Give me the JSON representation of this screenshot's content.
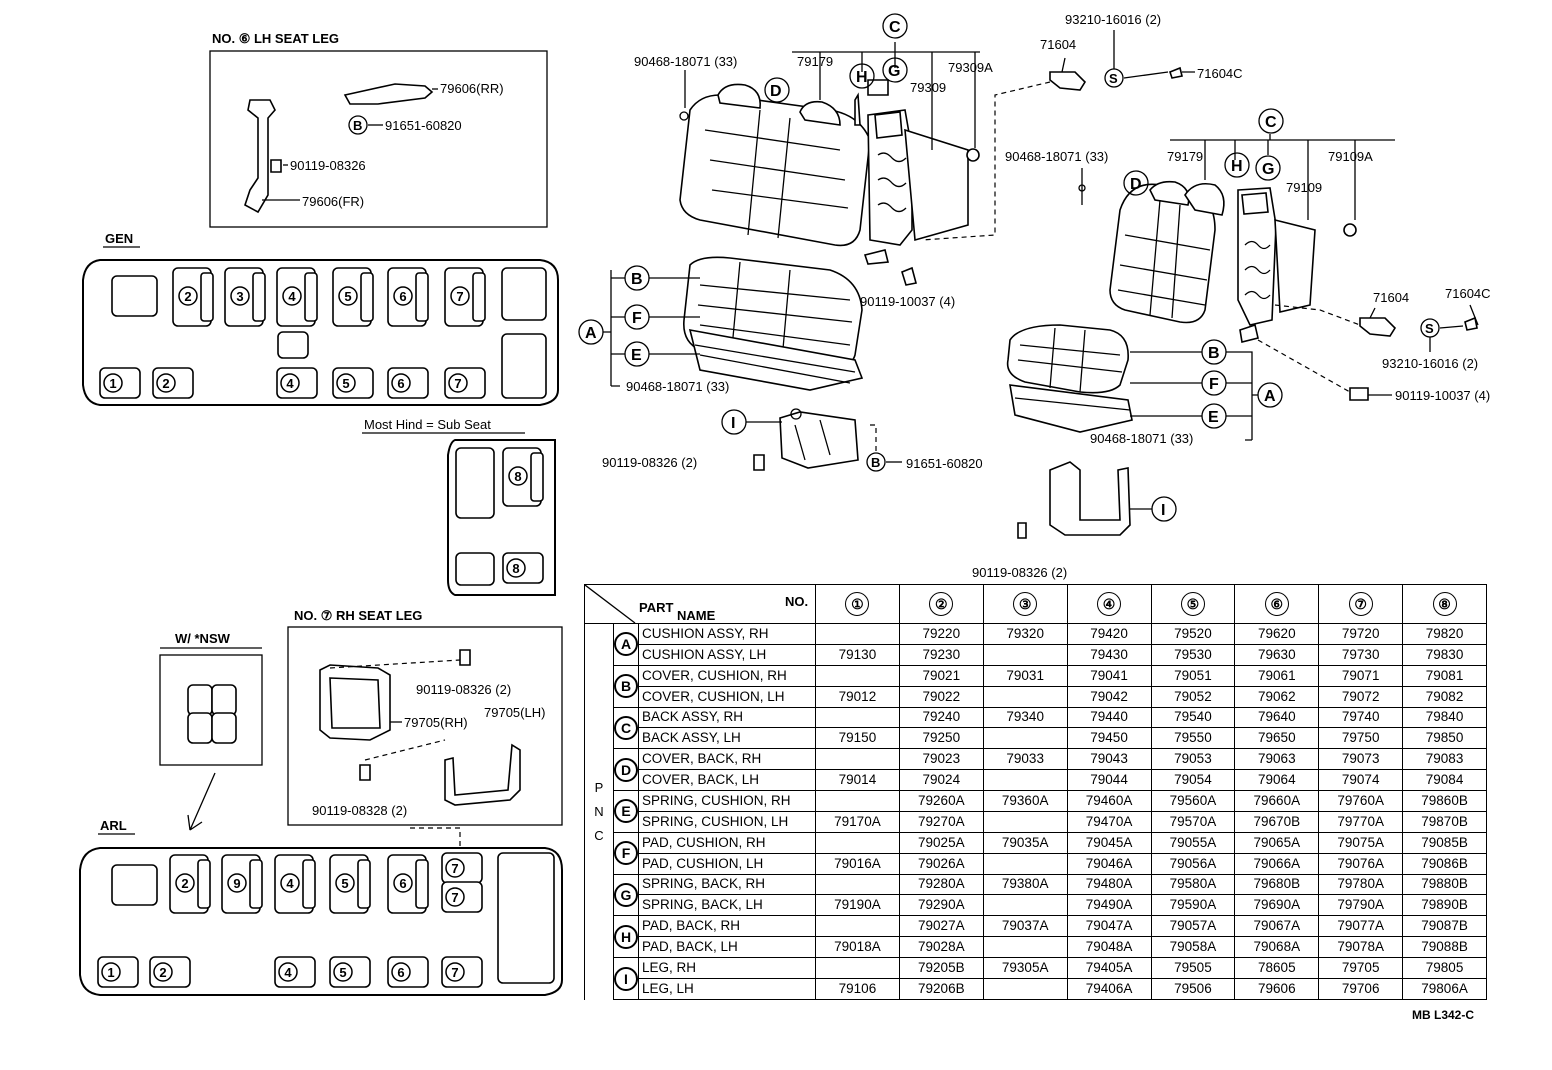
{
  "sections": {
    "lh_leg_title": "NO. ⑥ LH SEAT LEG",
    "rh_leg_title": "NO. ⑦ RH SEAT LEG",
    "gen_label": "GEN",
    "arl_label": "ARL",
    "sub_seat_label": "Most Hind = Sub Seat",
    "nsw_label": "W/ *NSW",
    "diagram_code": "MB L342-C"
  },
  "callouts": {
    "lh_leg": [
      "79606(RR)",
      "91651-60820",
      "90119-08326",
      "79606(FR)"
    ],
    "rh_leg": [
      "90119-08326 (2)",
      "79705(RH)",
      "79705(LH)",
      "90119-08328 (2)"
    ],
    "bench": [
      "90468-18071 (33)",
      "79179",
      "79309A",
      "79309",
      "71604",
      "93210-16016 (2)",
      "71604C",
      "90119-10037 (4)",
      "90468-18071 (33)",
      "90119-08326 (2)",
      "91651-60820"
    ],
    "single": [
      "90468-18071 (33)",
      "79179",
      "79109A",
      "79109",
      "71604",
      "71604C",
      "93210-16016 (2)",
      "90119-10037 (4)",
      "90468-18071 (33)",
      "90119-08326 (2)"
    ]
  },
  "table": {
    "corner_part": "PART",
    "corner_name": "NAME",
    "corner_no": "NO.",
    "pnc_label": "P N C",
    "columns": [
      "①",
      "②",
      "③",
      "④",
      "⑤",
      "⑥",
      "⑦",
      "⑧"
    ],
    "rows": [
      {
        "group": "A",
        "name": "CUSHION ASSY, RH",
        "values": [
          "",
          "79220",
          "79320",
          "79420",
          "79520",
          "79620",
          "79720",
          "79820"
        ]
      },
      {
        "group": "",
        "name": "CUSHION ASSY, LH",
        "values": [
          "79130",
          "79230",
          "",
          "79430",
          "79530",
          "79630",
          "79730",
          "79830"
        ]
      },
      {
        "group": "B",
        "name": "COVER, CUSHION, RH",
        "values": [
          "",
          "79021",
          "79031",
          "79041",
          "79051",
          "79061",
          "79071",
          "79081"
        ]
      },
      {
        "group": "",
        "name": "COVER, CUSHION, LH",
        "values": [
          "79012",
          "79022",
          "",
          "79042",
          "79052",
          "79062",
          "79072",
          "79082"
        ]
      },
      {
        "group": "C",
        "name": "BACK ASSY, RH",
        "values": [
          "",
          "79240",
          "79340",
          "79440",
          "79540",
          "79640",
          "79740",
          "79840"
        ]
      },
      {
        "group": "",
        "name": "BACK ASSY, LH",
        "values": [
          "79150",
          "79250",
          "",
          "79450",
          "79550",
          "79650",
          "79750",
          "79850"
        ]
      },
      {
        "group": "D",
        "name": "COVER, BACK, RH",
        "values": [
          "",
          "79023",
          "79033",
          "79043",
          "79053",
          "79063",
          "79073",
          "79083"
        ]
      },
      {
        "group": "",
        "name": "COVER, BACK, LH",
        "values": [
          "79014",
          "79024",
          "",
          "79044",
          "79054",
          "79064",
          "79074",
          "79084"
        ]
      },
      {
        "group": "E",
        "name": "SPRING, CUSHION, RH",
        "values": [
          "",
          "79260A",
          "79360A",
          "79460A",
          "79560A",
          "79660A",
          "79760A",
          "79860B"
        ]
      },
      {
        "group": "",
        "name": "SPRING, CUSHION, LH",
        "values": [
          "79170A",
          "79270A",
          "",
          "79470A",
          "79570A",
          "79670B",
          "79770A",
          "79870B"
        ]
      },
      {
        "group": "F",
        "name": "PAD, CUSHION, RH",
        "values": [
          "",
          "79025A",
          "79035A",
          "79045A",
          "79055A",
          "79065A",
          "79075A",
          "79085B"
        ]
      },
      {
        "group": "",
        "name": "PAD, CUSHION, LH",
        "values": [
          "79016A",
          "79026A",
          "",
          "79046A",
          "79056A",
          "79066A",
          "79076A",
          "79086B"
        ]
      },
      {
        "group": "G",
        "name": "SPRING, BACK, RH",
        "values": [
          "",
          "79280A",
          "79380A",
          "79480A",
          "79580A",
          "79680B",
          "79780A",
          "79880B"
        ]
      },
      {
        "group": "",
        "name": "SPRING, BACK, LH",
        "values": [
          "79190A",
          "79290A",
          "",
          "79490A",
          "79590A",
          "79690A",
          "79790A",
          "79890B"
        ]
      },
      {
        "group": "H",
        "name": "PAD, BACK, RH",
        "values": [
          "",
          "79027A",
          "79037A",
          "79047A",
          "79057A",
          "79067A",
          "79077A",
          "79087B"
        ]
      },
      {
        "group": "",
        "name": "PAD, BACK, LH",
        "values": [
          "79018A",
          "79028A",
          "",
          "79048A",
          "79058A",
          "79068A",
          "79078A",
          "79088B"
        ]
      },
      {
        "group": "I",
        "name": "LEG, RH",
        "values": [
          "",
          "79205B",
          "79305A",
          "79405A",
          "79505",
          "78605",
          "79705",
          "79805"
        ]
      },
      {
        "group": "",
        "name": "LEG, LH",
        "values": [
          "79106",
          "79206B",
          "",
          "79406A",
          "79506",
          "79606",
          "79706",
          "79806A"
        ]
      }
    ]
  }
}
